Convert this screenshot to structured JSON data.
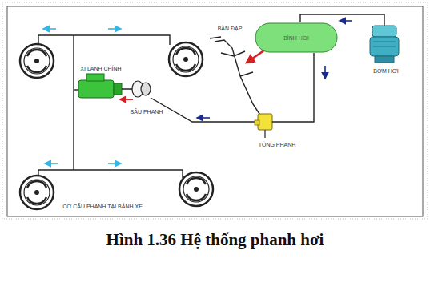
{
  "diagram": {
    "caption": "Hình 1.36 Hệ thống phanh hơi",
    "nodes": [
      {
        "text": [
          "BÌNH HƠI"
        ]
      }
    ],
    "labels": [
      "BÀN ĐẠP",
      "BƠM HƠI",
      "XI LANH CHÍNH",
      "BẦU PHANH",
      "TỔNG PHANH",
      "CƠ CẤU PHANH TẠI BÁNH XE"
    ]
  }
}
